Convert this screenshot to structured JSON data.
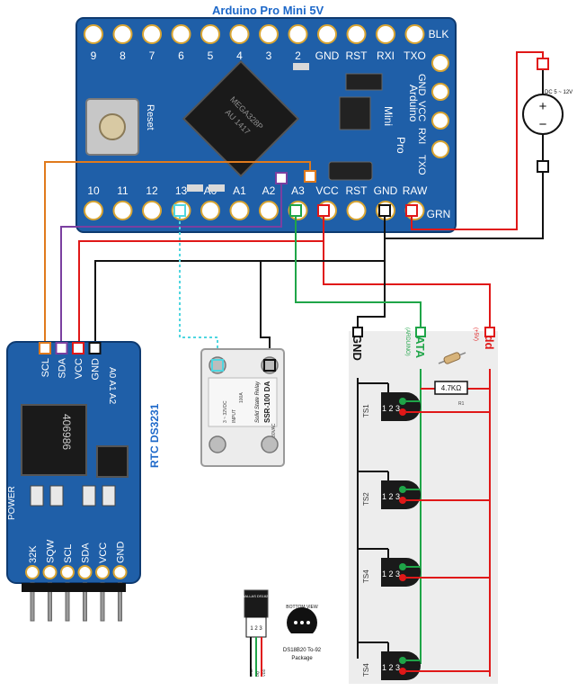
{
  "arduino": {
    "title": "Arduino Pro Mini  5V",
    "top_pins": [
      "9",
      "8",
      "7",
      "6",
      "5",
      "4",
      "3",
      "2",
      "GND",
      "RST",
      "RXI",
      "TXO",
      "BLK"
    ],
    "bottom_pins": [
      "10",
      "11",
      "12",
      "13",
      "A0",
      "A1",
      "A2",
      "A3",
      "VCC",
      "RST",
      "GND",
      "RAW",
      "GRN"
    ],
    "side_text": [
      "Arduino",
      "Pro",
      "Mini"
    ],
    "right_side_pins": [
      "GND",
      "VCC",
      "RXI",
      "TXO"
    ],
    "reset_label": "Reset",
    "chip_text": [
      "MEGA328P",
      "AU 1417"
    ]
  },
  "power": {
    "label": "DC 5 ~ 12V",
    "plus": "+",
    "minus": "−"
  },
  "rtc": {
    "title": "RTC DS3231",
    "top_pins": [
      "SCL",
      "SDA",
      "VCC",
      "GND"
    ],
    "addr_label": "A0 A1 A2",
    "bottom_pins": [
      "32K",
      "SQW",
      "SCL",
      "SDA",
      "VCC",
      "GND"
    ],
    "power_label": "POWER",
    "chip_text": "406986"
  },
  "relay": {
    "model": "SSR-100 DA",
    "brand": "Solid State Relay",
    "rating": "100A",
    "input": "INPUT",
    "input_range": "3 ~ 32VDC",
    "load_range": "24 ~ 380VAC"
  },
  "sensor_bus": {
    "bus_labels": [
      "GND",
      "DATA",
      "Vdd"
    ],
    "data_note": "(ARDUINO)",
    "vdd_note": "(+5V)",
    "resistor_label": "4.7KΩ",
    "resistor_sub": "R1",
    "sensors": [
      "TS1",
      "TS2",
      "TS4",
      "TS4"
    ],
    "sensor_pins": "1 2 3"
  },
  "package": {
    "chip_label": "DALLAS DS1820",
    "pin_labels": [
      "GND",
      "DQ",
      "VDD"
    ],
    "pin_numbers": "1 2 3",
    "bottom_view": "BOTTOM VIEW",
    "caption_line1": "DS18B20 To-92",
    "caption_line2": "Package"
  },
  "colors": {
    "board_blue": "#1f5fa8",
    "wire_orange": "#e07a1c",
    "wire_purple": "#7b3fa0",
    "wire_red": "#e01818",
    "wire_black": "#111111",
    "wire_green": "#1fa548",
    "wire_cyan": "#4fd6e0"
  }
}
